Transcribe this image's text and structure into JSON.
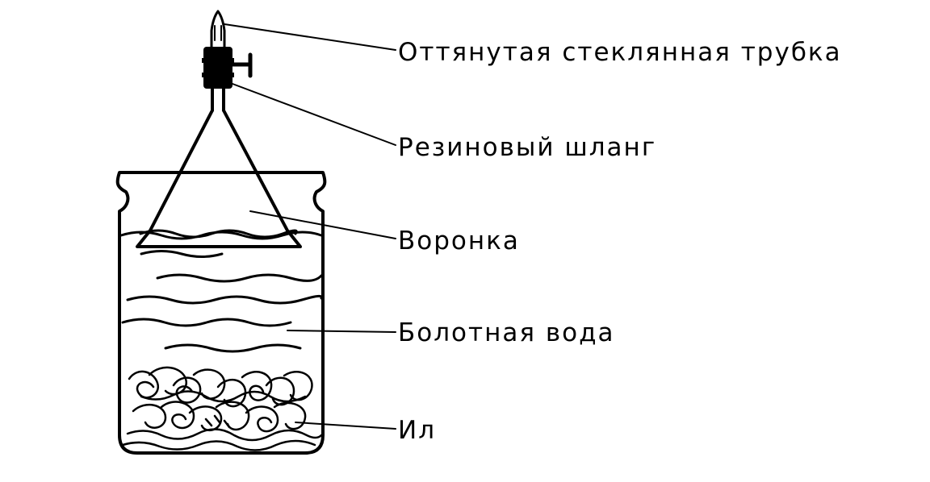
{
  "labels": {
    "glass_tube": "Оттянутая стеклянная трубка",
    "rubber_hose": "Резиновый шланг",
    "funnel": "Воронка",
    "swamp_water": "Болотная вода",
    "silt": "Ил"
  },
  "colors": {
    "ink": "#000000",
    "background": "#ffffff"
  }
}
